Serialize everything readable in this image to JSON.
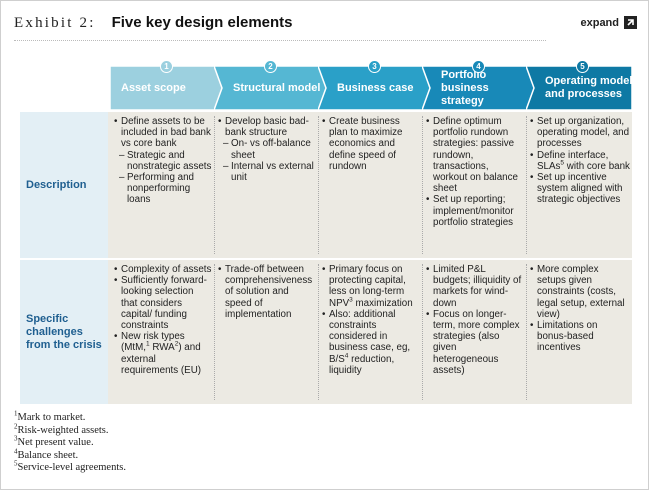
{
  "header": {
    "exhibit_label": "Exhibit 2:",
    "title": "Five key design elements",
    "expand_label": "expand"
  },
  "colors": {
    "step1": "#9cd0df",
    "step2": "#55b7d3",
    "step3": "#2aa0c8",
    "step4": "#1889b8",
    "step5": "#0e79a4",
    "row_label_text": "#1f5f90",
    "row_label_bg": "#e3eff5",
    "band_bg": "#eceae3"
  },
  "steps": [
    {
      "number": "1",
      "label": "Asset scope"
    },
    {
      "number": "2",
      "label": "Structural model"
    },
    {
      "number": "3",
      "label": "Business case"
    },
    {
      "number": "4",
      "label": "Portfolio business strategy"
    },
    {
      "number": "5",
      "label": "Operating model and processes"
    }
  ],
  "rows": [
    {
      "label": "Description",
      "cells": [
        [
          {
            "t": "Define assets to be included in bad bank vs core bank"
          },
          {
            "t": "Strategic and nonstrategic assets",
            "sub": true
          },
          {
            "t": "Performing and nonperforming loans",
            "sub": true
          }
        ],
        [
          {
            "t": "Develop basic bad-bank structure"
          },
          {
            "t": "On- vs off-balance sheet",
            "sub": true
          },
          {
            "t": "Internal vs external unit",
            "sub": true
          }
        ],
        [
          {
            "t": "Create business plan to maximize economics and define speed of rundown"
          }
        ],
        [
          {
            "t": "Define optimum portfolio rundown strategies: passive rundown, transactions, workout on balance sheet"
          },
          {
            "t": "Set up reporting; implement/monitor portfolio strategies"
          }
        ],
        [
          {
            "t": "Set up organization, operating model, and processes"
          },
          {
            "t": "Define interface, SLAs⁵ with core bank"
          },
          {
            "t": "Set up incentive system aligned with strategic objectives"
          }
        ]
      ]
    },
    {
      "label": "Specific challenges from the crisis",
      "cells": [
        [
          {
            "t": "Complexity of assets"
          },
          {
            "t": "Sufficiently forward-looking selection that considers capital/ funding constraints"
          },
          {
            "t": "New risk types (MtM,¹ RWA²) and external requirements (EU)"
          }
        ],
        [
          {
            "t": "Trade-off between comprehensiveness of solution and speed of implementation"
          }
        ],
        [
          {
            "t": "Primary focus on protecting capital, less on long-term NPV³ maximization"
          },
          {
            "t": "Also: additional constraints considered in business case, eg, B/S⁴ reduction, liquidity"
          }
        ],
        [
          {
            "t": "Limited P&L budgets; illiquidity of markets for wind-down"
          },
          {
            "t": "Focus on longer-term, more complex strategies (also given heterogeneous assets)"
          }
        ],
        [
          {
            "t": "More complex setups given constraints (costs, legal setup, external view)"
          },
          {
            "t": "Limitations on bonus-based incentives"
          }
        ]
      ]
    }
  ],
  "footnotes": [
    {
      "n": "1",
      "t": "Mark to market."
    },
    {
      "n": "2",
      "t": "Risk-weighted assets."
    },
    {
      "n": "3",
      "t": "Net present value."
    },
    {
      "n": "4",
      "t": "Balance sheet."
    },
    {
      "n": "5",
      "t": "Service-level agreements."
    }
  ]
}
